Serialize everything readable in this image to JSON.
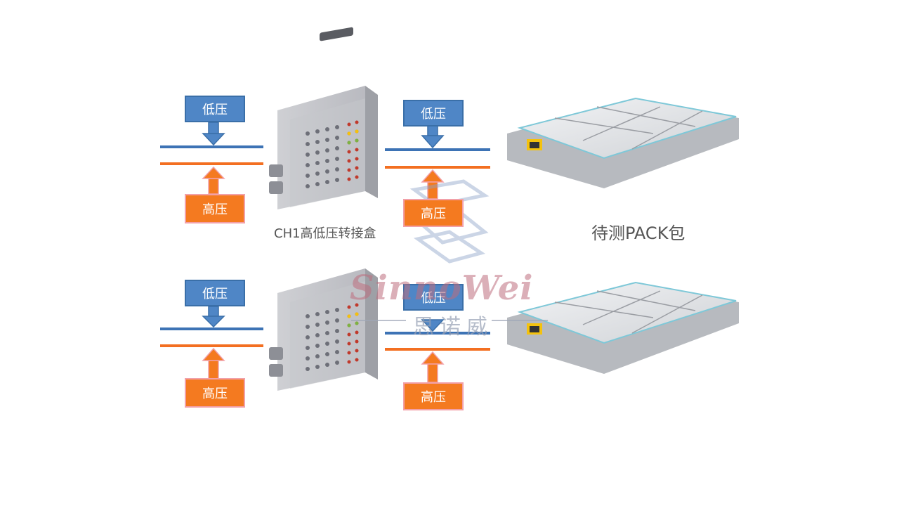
{
  "labels": {
    "low_voltage": "低压",
    "high_voltage": "高压",
    "junction_box": "CH1高低压转接盒",
    "pack": "待测PACK包"
  },
  "watermark": {
    "latin": "SinnoWei",
    "cjk": "思诺威"
  },
  "colors": {
    "low_voltage": "#4f86c6",
    "high_voltage": "#f47a20",
    "high_voltage_border": "#f2a0a8",
    "caption": "#555555"
  }
}
